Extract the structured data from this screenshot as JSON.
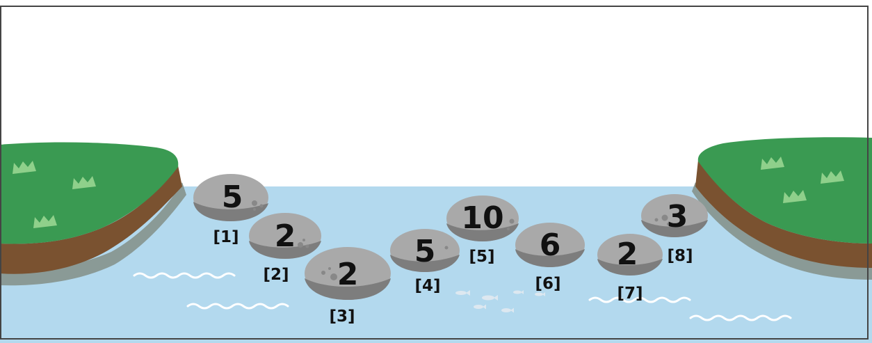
{
  "colors": {
    "sky": "#ffffff",
    "water": "#b3d9ee",
    "wave": "#ffffff",
    "grass": "#3a9a52",
    "grass_tuft": "#8fd08b",
    "earth": "#7a5230",
    "bank_shadow": "#8a9a96",
    "stone": "#a9a9a9",
    "stone_shadow": "#7d7d7d",
    "stone_spot": "#888888",
    "fish": "#dde8f0",
    "border": "#444444",
    "text": "#111111"
  },
  "stones": [
    {
      "value": "5",
      "index_label": "[1]"
    },
    {
      "value": "2",
      "index_label": "[2]"
    },
    {
      "value": "2",
      "index_label": "[3]"
    },
    {
      "value": "5",
      "index_label": "[4]"
    },
    {
      "value": "10",
      "index_label": "[5]"
    },
    {
      "value": "6",
      "index_label": "[6]"
    },
    {
      "value": "2",
      "index_label": "[7]"
    },
    {
      "value": "3",
      "index_label": "[8]"
    }
  ]
}
